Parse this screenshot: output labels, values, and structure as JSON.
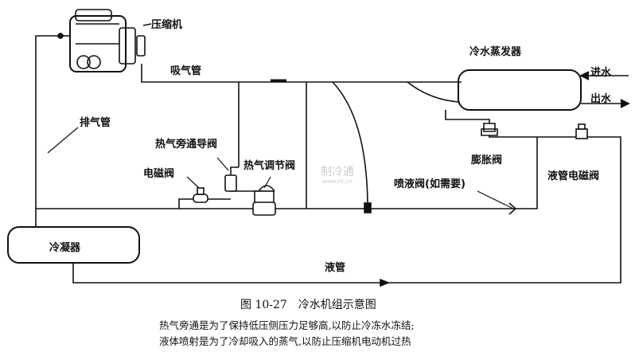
{
  "labels": {
    "compressor": "压缩机",
    "suction_line": "吸气管",
    "evaporator": "冷水蒸发器",
    "water_in": "进水",
    "water_out": "出水",
    "discharge_line": "排气管",
    "hot_gas_bypass_pilot": "热气旁通导阀",
    "solenoid_valve": "电磁阀",
    "hot_gas_regulator": "热气调节阀",
    "expansion_valve": "膨胀阀",
    "liquid_injection_valve": "喷液阀(如需要)",
    "liquid_solenoid_valve": "液管电磁阀",
    "condenser": "冷凝器",
    "liquid_line": "液管"
  },
  "caption": {
    "title": "图 10-27　冷水机组示意图",
    "line1": "热气旁通是为了保持低压侧压力足够高,以防止冷冻水冻结;",
    "line2": "液体喷射是为了冷却吸入的蒸气,以防止压缩机电动机过热"
  },
  "watermark": {
    "name": "制冷通",
    "url": "www.zlt.cn"
  }
}
